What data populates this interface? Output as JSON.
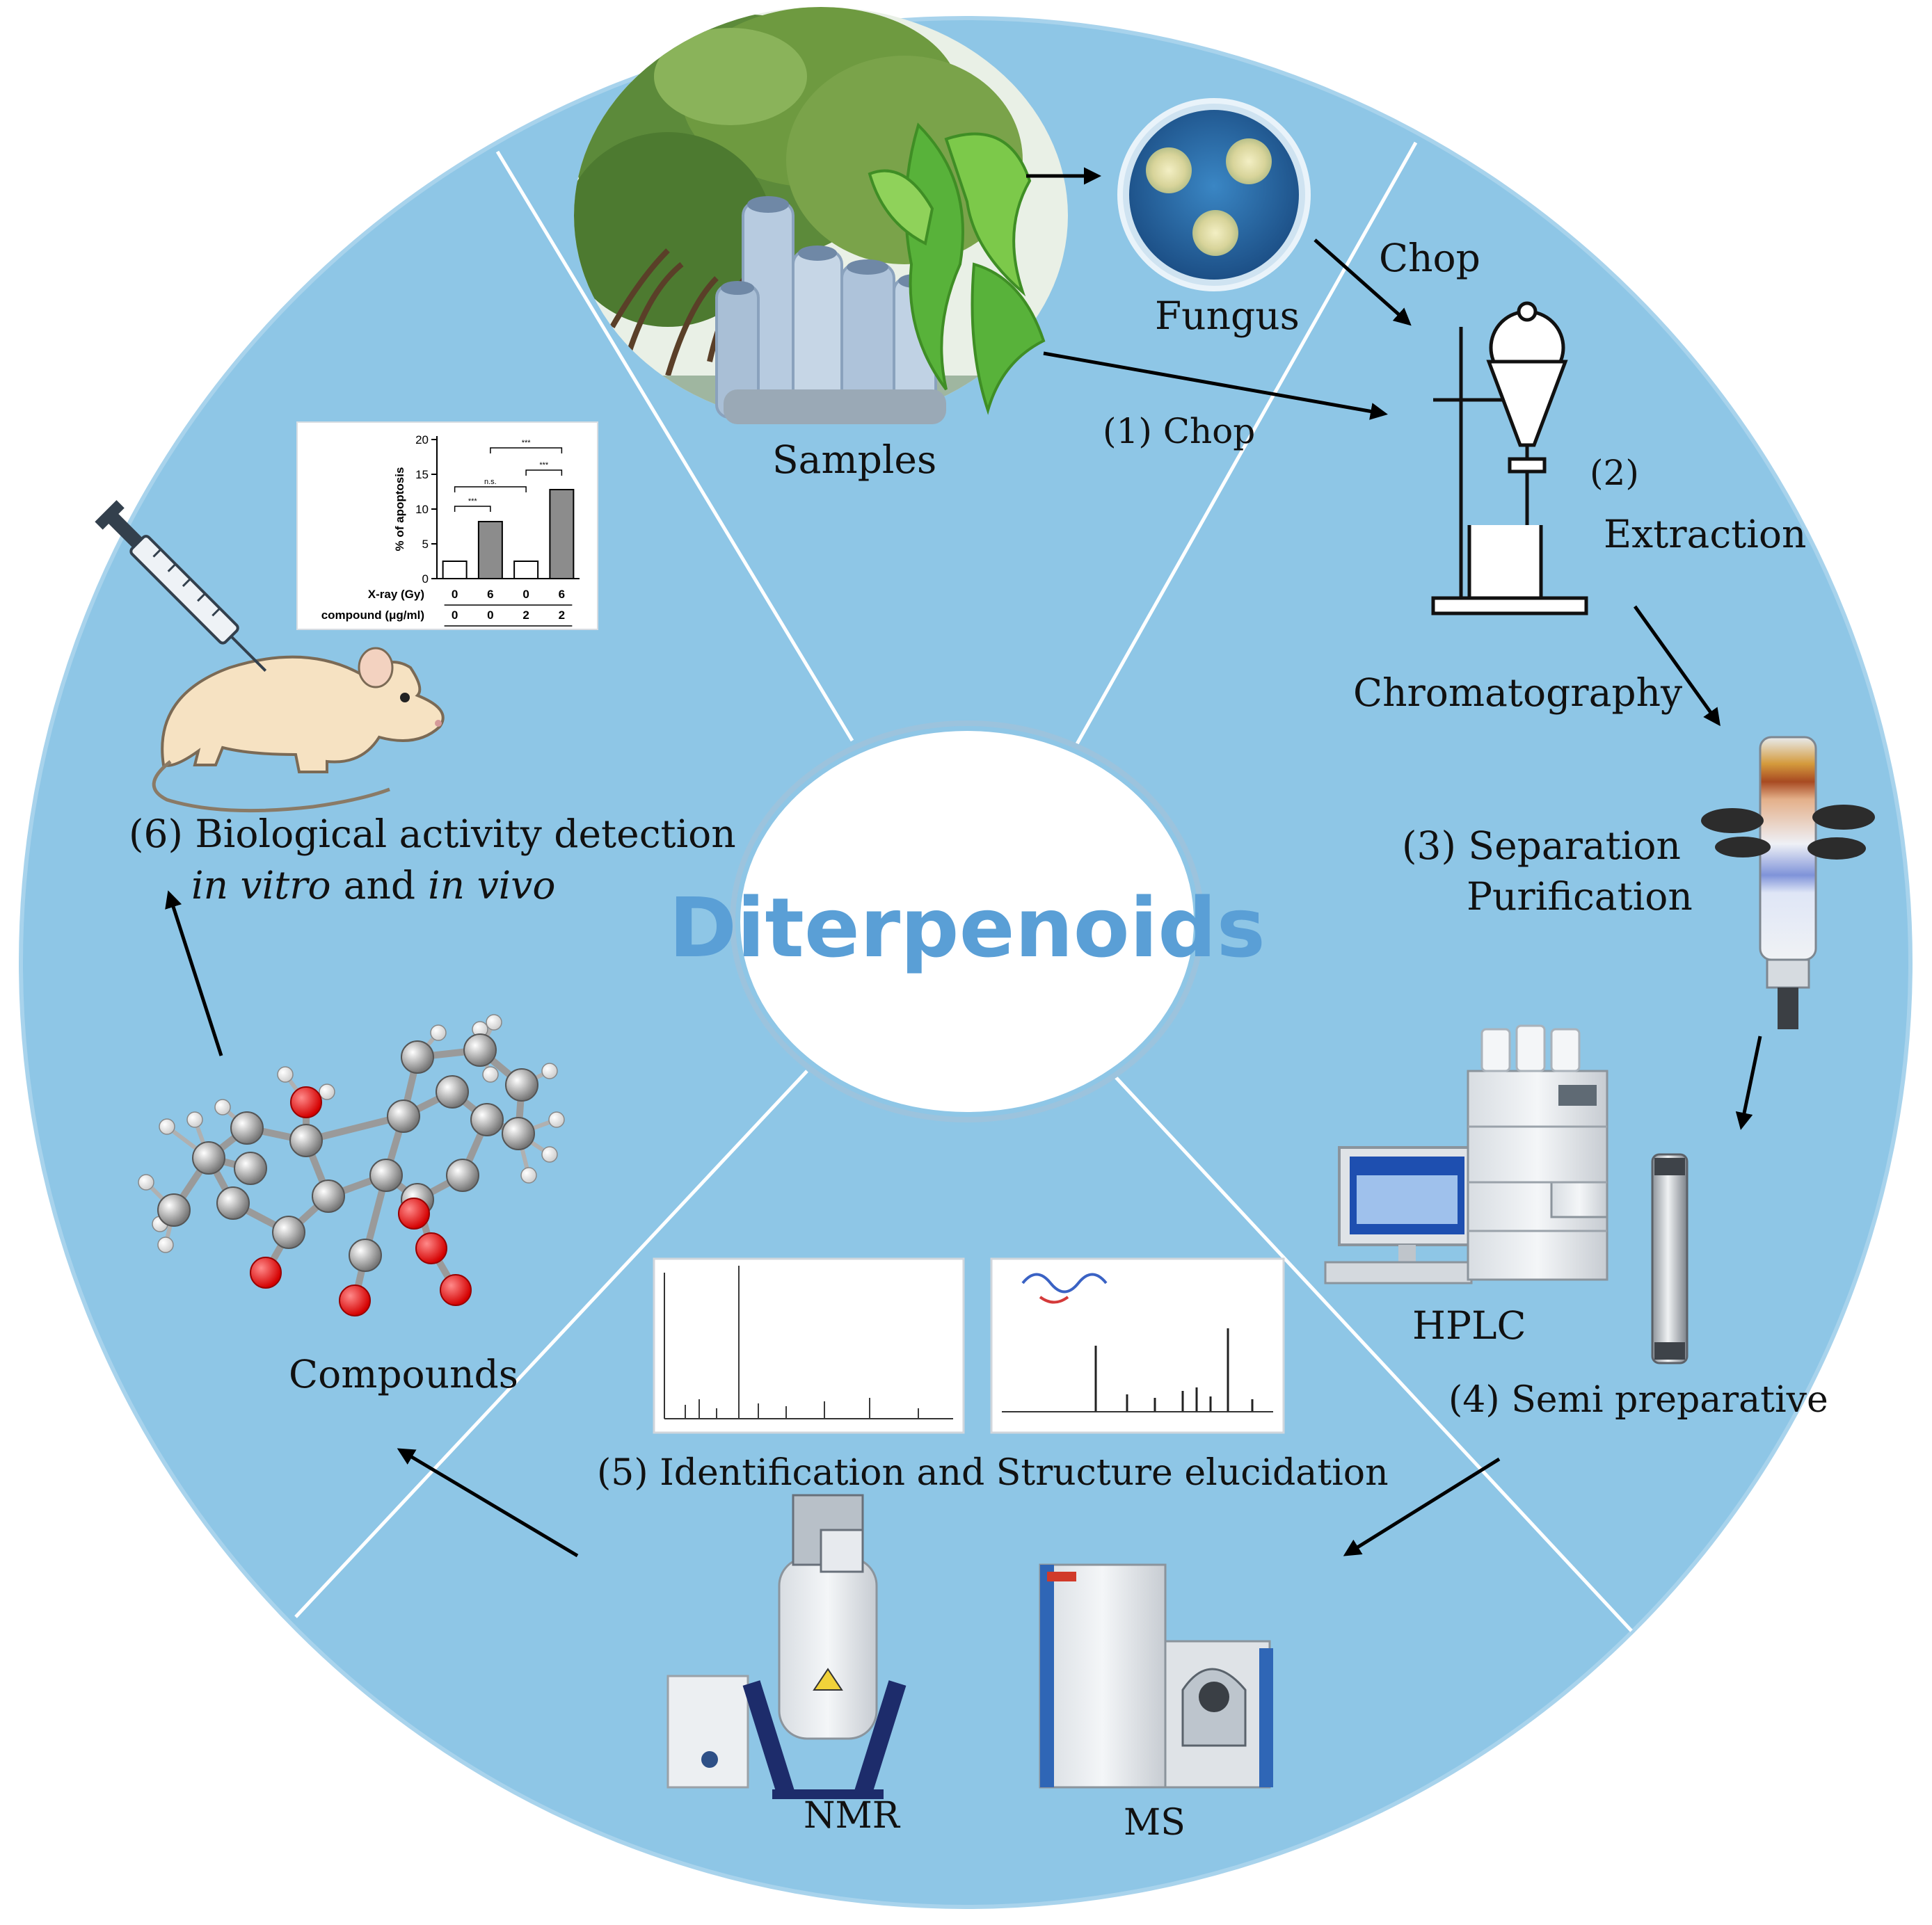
{
  "center_title": "Diterpenoids",
  "colors": {
    "wheel": "#8ec6e6",
    "wheel_edge": "#a8d3ec",
    "divider": "#ffffff",
    "center_fill": "#ffffff",
    "center_ring": "#9cc3dd",
    "center_text": "#5a9fd6",
    "arrow": "#000000",
    "label": "#111111"
  },
  "nodes": {
    "samples": "Samples",
    "fungus": "Fungus",
    "chop_top": "Chop",
    "chop_1": "(1) Chop",
    "extraction_num": "(2)",
    "extraction": "Extraction",
    "chromatography": "Chromatography",
    "separation": "(3) Separation",
    "purification": "Purification",
    "hplc": "HPLC",
    "semi_preparative": "(4) Semi preparative",
    "identification": "(5) Identification and Structure elucidation",
    "nmr": "NMR",
    "ms": "MS",
    "compounds": "Compounds",
    "bio_activity": "(6) Biological activity detection",
    "in_vitro": "in vitro",
    "and": "and",
    "in_vivo": "in vivo"
  },
  "inset_chart": {
    "ylabel": "% of apoptosis",
    "yticks": [
      "0",
      "5",
      "10",
      "15",
      "20"
    ],
    "row1_label": "X-ray (Gy)",
    "row1_values": [
      "0",
      "6",
      "0",
      "6"
    ],
    "row2_label": "compound (μg/ml)",
    "row2_values": [
      "0",
      "0",
      "2",
      "2"
    ],
    "sig_labels": [
      "***",
      "n.s.",
      "***",
      "***"
    ]
  },
  "chart_data": {
    "type": "bar",
    "categories": [
      "0 / 0",
      "6 / 0",
      "0 / 2",
      "6 / 2"
    ],
    "values": [
      2.5,
      8.2,
      2.5,
      12.8
    ],
    "title": "",
    "xlabel": "",
    "ylabel": "% of apoptosis",
    "ylim": [
      0,
      20
    ]
  },
  "icons": [
    "mangrove-photo",
    "sponge-photo",
    "seaweed-photo",
    "petri-dish-icon",
    "separatory-funnel-icon",
    "chromatography-column-icon",
    "hplc-instrument-icon",
    "hplc-column-icon",
    "nmr-spectrometer-icon",
    "mass-spectrometer-icon",
    "molecule-model-icon",
    "mouse-icon",
    "syringe-icon"
  ]
}
